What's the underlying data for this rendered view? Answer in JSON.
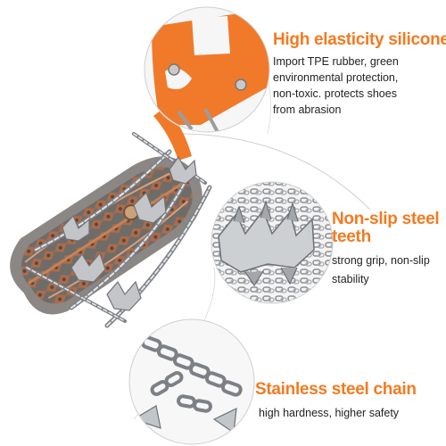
{
  "colors": {
    "accent": "#f47a20",
    "text": "#222222",
    "silicone": "#f07a2a",
    "steel": "#b9bcc0"
  },
  "features": [
    {
      "title": "High elasticity silicone",
      "lines": [
        "Import TPE rubber, green",
        "environmental protection,",
        "non-toxic. protects shoes",
        "from abrasion"
      ]
    },
    {
      "title": "Non-slip steel teeth",
      "title_lines": [
        "Non-slip steel",
        "teeth"
      ],
      "lines": [
        "strong grip, non-slip",
        "stability"
      ]
    },
    {
      "title": "Stainless steel chain",
      "lines": [
        "high hardness, higher safety"
      ]
    }
  ]
}
